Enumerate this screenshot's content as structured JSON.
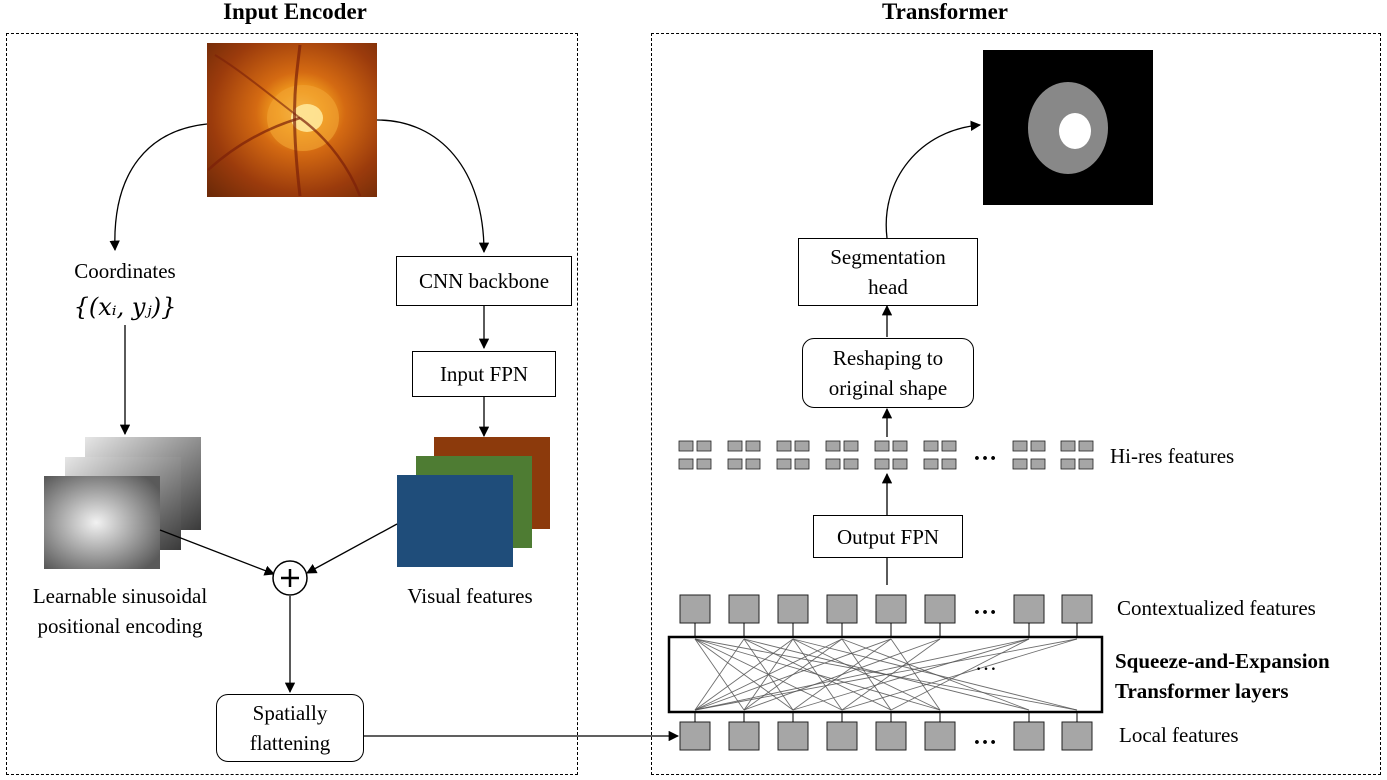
{
  "panels": {
    "input_encoder_title": "Input Encoder",
    "transformer_title": "Transformer"
  },
  "encoder": {
    "coordinates_label": "Coordinates",
    "coordinates_formula": "{(xᵢ, yⱼ)}",
    "cnn_backbone": "CNN backbone",
    "input_fpn": "Input FPN",
    "positional_encoding_line1": "Learnable sinusoidal",
    "positional_encoding_line2": "positional encoding",
    "visual_features": "Visual features",
    "add_symbol": "+",
    "spatially_line1": "Spatially",
    "spatially_line2": "flattening"
  },
  "transformer": {
    "segmentation_line1": "Segmentation",
    "segmentation_line2": "head",
    "reshaping_line1": "Reshaping to",
    "reshaping_line2": "original shape",
    "hires_features": "Hi-res features",
    "output_fpn": "Output FPN",
    "contextualized_features": "Contextualized features",
    "squeeze_line1": "Squeeze-and-Expansion",
    "squeeze_line2": "Transformer layers",
    "local_features": "Local features",
    "ellipsis": "…"
  },
  "colors": {
    "feature_orange": "#8c3a0c",
    "feature_green": "#4e7c33",
    "feature_blue": "#1f4d7a",
    "token_gray": "#a6a6a6"
  }
}
